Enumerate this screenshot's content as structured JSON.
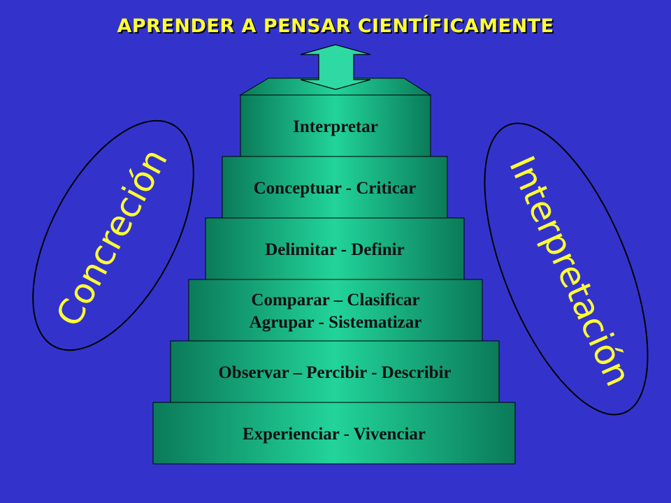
{
  "title": "APRENDER A PENSAR CIENTÍFICAMENTE",
  "left_oval": {
    "label": "Concreción"
  },
  "right_oval": {
    "label": "Interpretación"
  },
  "steps": [
    {
      "lines": [
        "Interpretar"
      ]
    },
    {
      "lines": [
        "Conceptuar - Criticar"
      ]
    },
    {
      "lines": [
        "Delimitar - Definir"
      ]
    },
    {
      "lines": [
        "Comparar – Clasificar",
        "Agrupar - Sistematizar"
      ]
    },
    {
      "lines": [
        "Observar – Percibir - Describir"
      ]
    },
    {
      "lines": [
        "Experienciar - Vivenciar"
      ]
    }
  ],
  "colors": {
    "background": "#3333cc",
    "accent_text": "#ffff33",
    "step_fill_top": "#2fd9a3",
    "step_fill_bottom": "#0a8a62",
    "outline": "#000000"
  },
  "icons": {
    "top_arrow": "double-arrow-up-down-icon"
  }
}
